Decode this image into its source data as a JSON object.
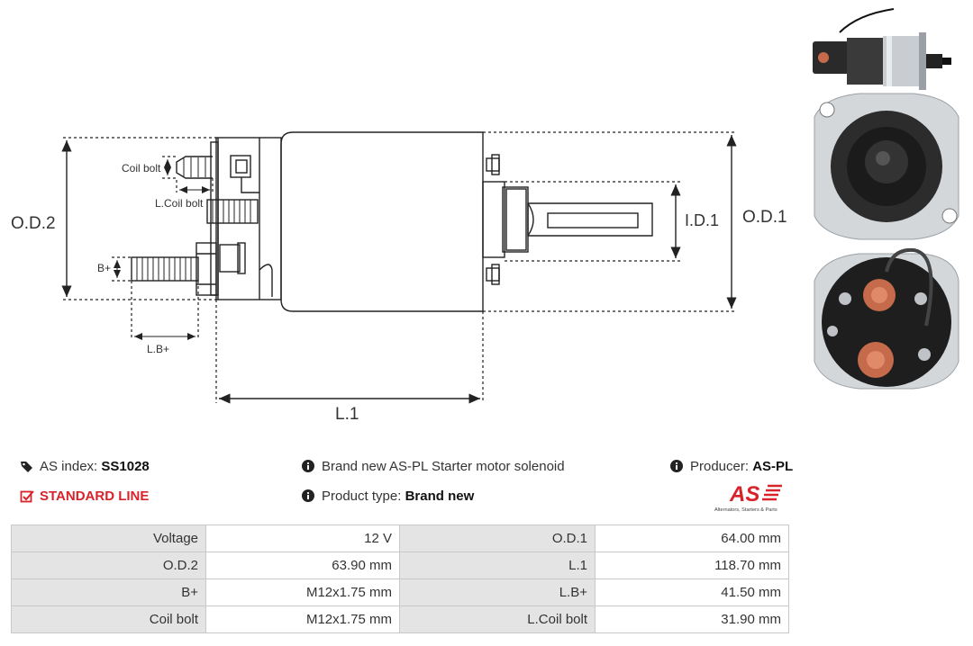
{
  "dims": {
    "coil_bolt": "Coil bolt",
    "l_coil_bolt": "L.Coil bolt",
    "b_plus": "B+",
    "l_b_plus": "L.B+",
    "od2": "O.D.2",
    "od1": "O.D.1",
    "id1": "I.D.1",
    "l1": "L.1"
  },
  "info": {
    "as_index_label": "AS index:",
    "as_index_value": "SS1028",
    "line": "STANDARD LINE",
    "description": "Brand new AS-PL Starter motor solenoid",
    "product_type_label": "Product type:",
    "product_type_value": "Brand new",
    "producer_label": "Producer:",
    "producer_value": "AS-PL"
  },
  "logo": {
    "mark": "AS",
    "tagline": "Alternators, Starters & Parts",
    "color": "#d8232a"
  },
  "specs": [
    [
      {
        "k": "Voltage",
        "v": "12 V"
      },
      {
        "k": "O.D.1",
        "v": "64.00 mm"
      }
    ],
    [
      {
        "k": "O.D.2",
        "v": "63.90 mm"
      },
      {
        "k": "L.1",
        "v": "118.70 mm"
      }
    ],
    [
      {
        "k": "B+",
        "v": "M12x1.75 mm"
      },
      {
        "k": "L.B+",
        "v": "41.50 mm"
      }
    ],
    [
      {
        "k": "Coil bolt",
        "v": "M12x1.75 mm"
      },
      {
        "k": "L.Coil bolt",
        "v": "31.90 mm"
      }
    ]
  ],
  "icons": {
    "tag": "tag-icon",
    "check": "check-square-icon",
    "info": "info-circle-icon"
  }
}
